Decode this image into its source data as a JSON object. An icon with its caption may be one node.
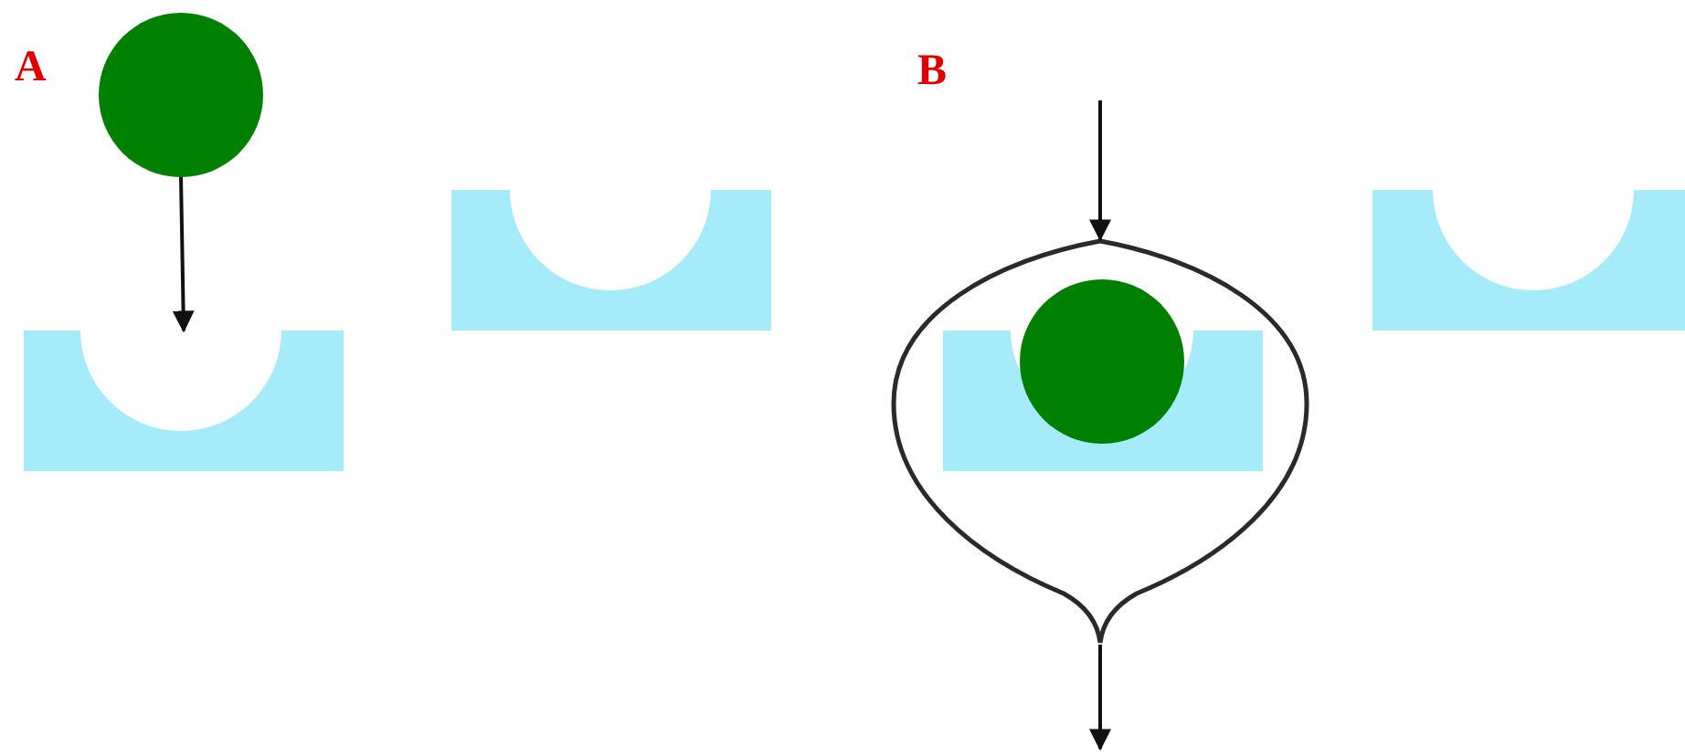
{
  "diagram": {
    "nodes": [
      {
        "text": [],
        "shape": "circle"
      },
      {
        "text": [],
        "shape": "box"
      },
      {
        "text": [],
        "shape": "box"
      },
      {
        "text": [],
        "shape": "teardrop"
      },
      {
        "text": [],
        "shape": "box",
        "in": 3
      },
      {
        "text": [],
        "shape": "circle",
        "in": 3
      },
      {
        "text": [],
        "shape": "box"
      }
    ],
    "edges": [
      {
        "from": 0,
        "to": 1,
        "arrow": "to"
      },
      {
        "from": null,
        "to": 3,
        "arrow": "to"
      },
      {
        "from": 3,
        "to": null,
        "arrow": "to"
      }
    ],
    "labels": [
      "A",
      "B"
    ]
  }
}
